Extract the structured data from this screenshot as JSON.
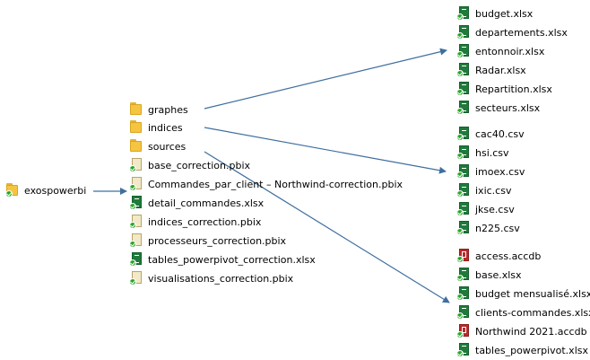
{
  "root": {
    "label": "exospowerbi",
    "icon": "folder-icon"
  },
  "level1": [
    {
      "label": "graphes",
      "icon": "folder-icon"
    },
    {
      "label": "indices",
      "icon": "folder-icon"
    },
    {
      "label": "sources",
      "icon": "folder-icon"
    },
    {
      "label": "base_correction.pbix",
      "icon": "pbix-file-icon"
    },
    {
      "label": "Commandes_par_client – Northwind-correction.pbix",
      "icon": "pbix-file-icon"
    },
    {
      "label": "detail_commandes.xlsx",
      "icon": "excel-file-icon"
    },
    {
      "label": "indices_correction.pbix",
      "icon": "pbix-file-icon"
    },
    {
      "label": "processeurs_correction.pbix",
      "icon": "pbix-file-icon"
    },
    {
      "label": "tables_powerpivot_correction.xlsx",
      "icon": "excel-file-icon"
    },
    {
      "label": "visualisations_correction.pbix",
      "icon": "pbix-file-icon"
    }
  ],
  "graphes_files": [
    {
      "label": "budget.xlsx",
      "icon": "excel-file-icon"
    },
    {
      "label": "departements.xlsx",
      "icon": "excel-file-icon"
    },
    {
      "label": "entonnoir.xlsx",
      "icon": "excel-file-icon"
    },
    {
      "label": "Radar.xlsx",
      "icon": "excel-file-icon"
    },
    {
      "label": "Repartition.xlsx",
      "icon": "excel-file-icon"
    },
    {
      "label": "secteurs.xlsx",
      "icon": "excel-file-icon"
    }
  ],
  "indices_files": [
    {
      "label": "cac40.csv",
      "icon": "csv-file-icon"
    },
    {
      "label": "hsi.csv",
      "icon": "csv-file-icon"
    },
    {
      "label": "imoex.csv",
      "icon": "csv-file-icon"
    },
    {
      "label": "ixic.csv",
      "icon": "csv-file-icon"
    },
    {
      "label": "jkse.csv",
      "icon": "csv-file-icon"
    },
    {
      "label": "n225.csv",
      "icon": "csv-file-icon"
    }
  ],
  "sources_files": [
    {
      "label": "access.accdb",
      "icon": "access-file-icon"
    },
    {
      "label": "base.xlsx",
      "icon": "excel-file-icon"
    },
    {
      "label": "budget mensualisé.xlsx",
      "icon": "excel-file-icon"
    },
    {
      "label": "clients-commandes.xlsx",
      "icon": "excel-file-icon"
    },
    {
      "label": "Northwind 2021.accdb",
      "icon": "access-file-icon"
    },
    {
      "label": "tables_powerpivot.xlsx",
      "icon": "excel-file-icon"
    }
  ],
  "colors": {
    "arrow": "#3f6f9f",
    "folder": "#f5c542",
    "sync_check": "#2aa52a"
  }
}
